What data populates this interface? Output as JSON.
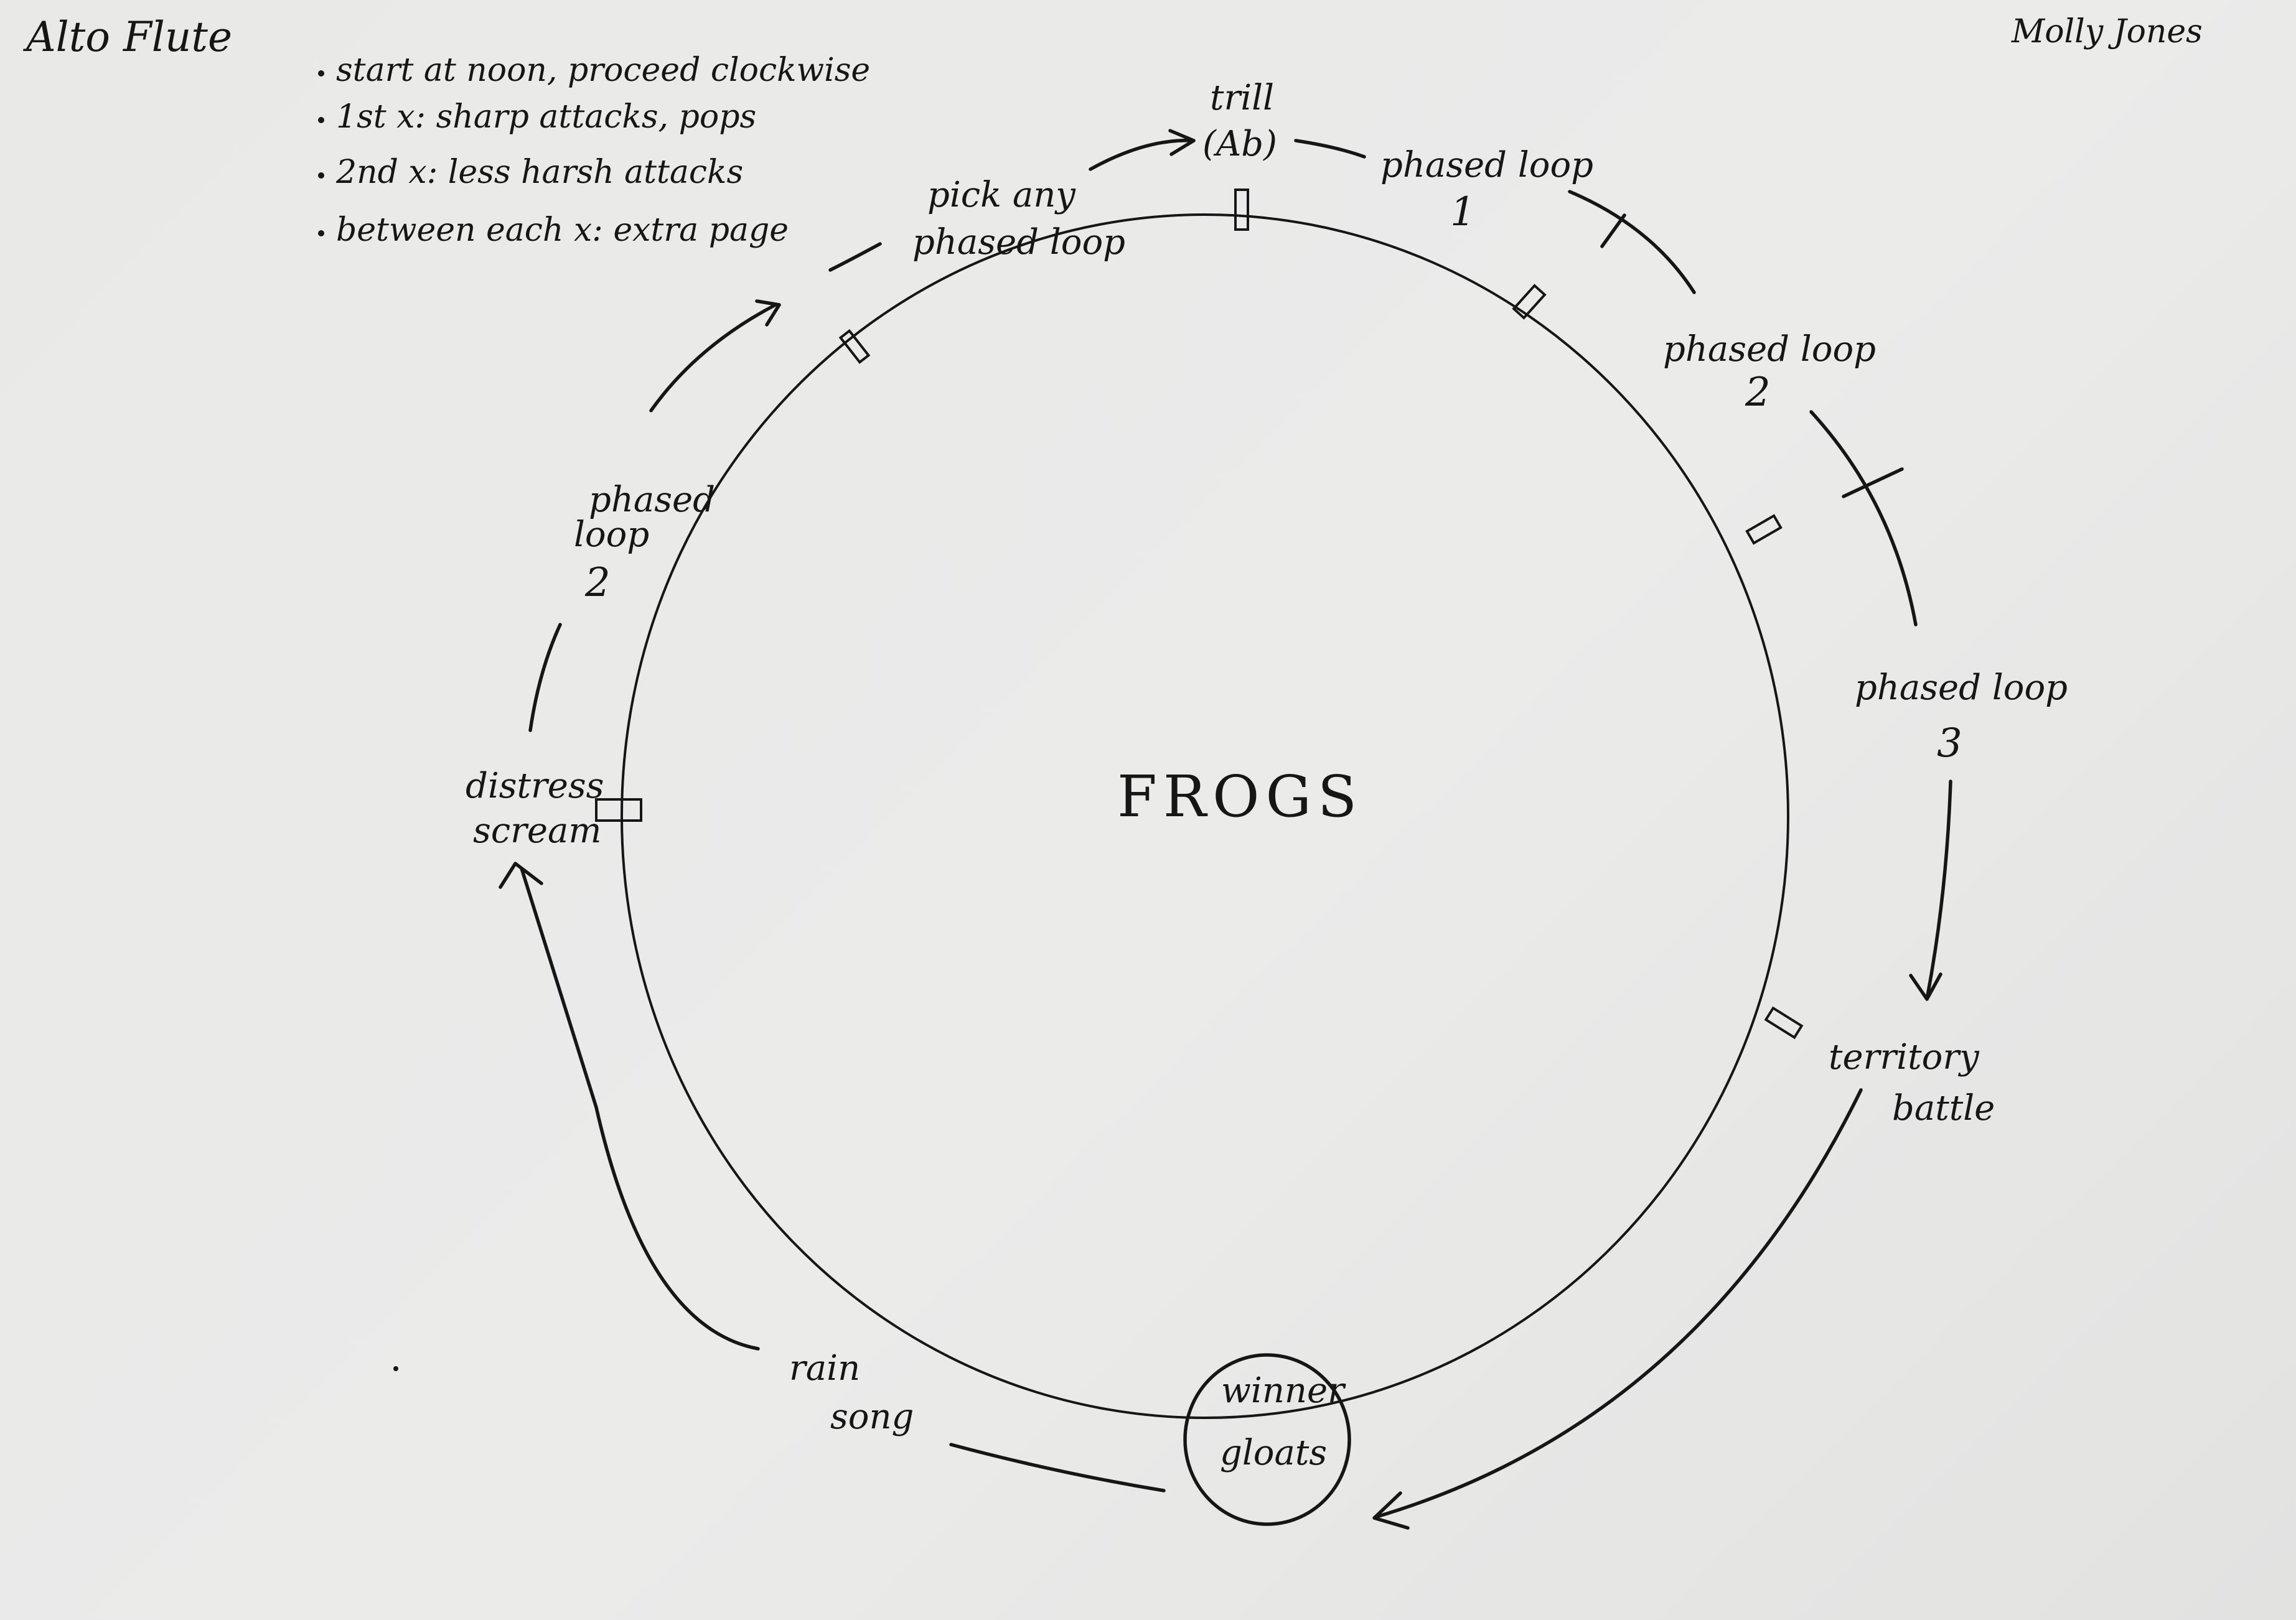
{
  "header": {
    "instrument": "Alto Flute",
    "composer": "Molly Jones"
  },
  "notes": [
    "start at noon, proceed clockwise",
    "1st x: sharp attacks, pops",
    "2nd x: less harsh attacks",
    "between each x: extra page"
  ],
  "center": {
    "title": "FROGS"
  },
  "stations": {
    "trill": {
      "line1": "trill",
      "line2": "(Ab)"
    },
    "phased_loop_1": {
      "line1": "phased loop",
      "line2": "1"
    },
    "phased_loop_2_right": {
      "line1": "phased loop",
      "line2": "2"
    },
    "phased_loop_3": {
      "line1": "phased loop",
      "line2": "3"
    },
    "territory_battle": {
      "line1": "territory",
      "line2": "battle"
    },
    "winner_gloats": {
      "line1": "winner",
      "line2": "gloats"
    },
    "rain_song": {
      "line1": "rain",
      "line2": "song"
    },
    "distress_scream": {
      "line1": "distress",
      "line2": "scream"
    },
    "phased_loop_2_left": {
      "line1": "phased",
      "line2": "loop",
      "line3": "2"
    },
    "pick_any": {
      "line1": "pick any",
      "line2": "phased loop"
    }
  },
  "colors": {
    "paper": "#e9e9e8",
    "ink": "#161616"
  }
}
